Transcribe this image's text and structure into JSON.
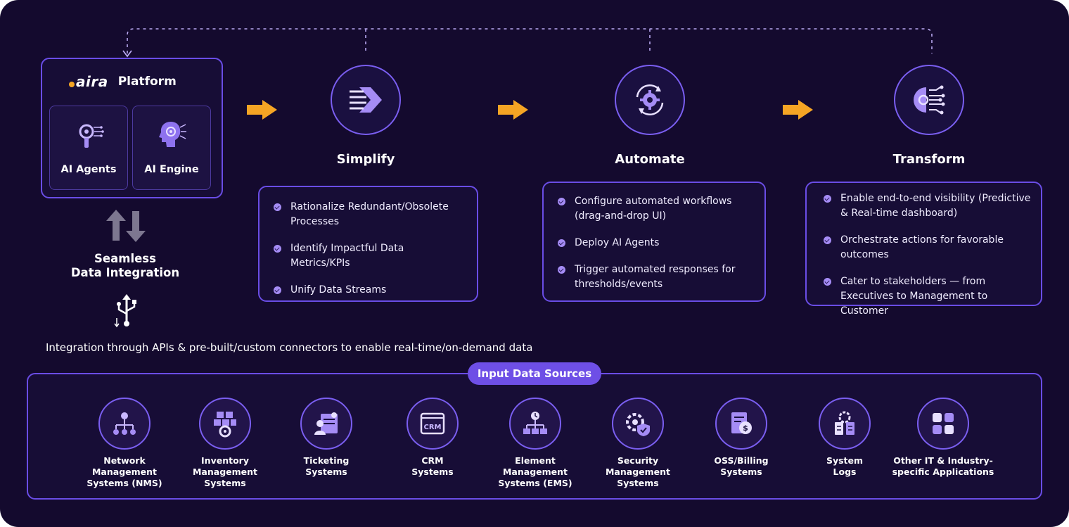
{
  "platform": {
    "brand": "aira",
    "title": "Platform",
    "cards": [
      {
        "label": "AI Agents",
        "icon": "ai-agent-icon"
      },
      {
        "label": "AI Engine",
        "icon": "ai-engine-icon"
      }
    ]
  },
  "integration": {
    "title": "Seamless\nData Integration",
    "note": "Integration through APIs & pre-built/custom connectors to enable real-time/on-demand data"
  },
  "stages": [
    {
      "title": "Simplify",
      "icon": "simplify-icon",
      "items": [
        "Rationalize Redundant/Obsolete Processes",
        "Identify Impactful Data Metrics/KPIs",
        "Unify Data Streams"
      ]
    },
    {
      "title": "Automate",
      "icon": "automate-gear-icon",
      "items": [
        "Configure automated workflows (drag-and-drop UI)",
        "Deploy AI Agents",
        "Trigger automated responses for thresholds/events"
      ]
    },
    {
      "title": "Transform",
      "icon": "transform-ai-icon",
      "items": [
        "Enable end-to-end visibility (Predictive & Real-time dashboard)",
        "Orchestrate actions for favorable outcomes",
        "Cater to stakeholders — from Executives to Management to Customer"
      ]
    }
  ],
  "input_sources": {
    "title": "Input Data Sources",
    "items": [
      {
        "label": "Network\nManagement\nSystems (NMS)",
        "icon": "network-icon"
      },
      {
        "label": "Inventory\nManagement\nSystems",
        "icon": "inventory-icon"
      },
      {
        "label": "Ticketing\nSystems",
        "icon": "ticketing-icon"
      },
      {
        "label": "CRM\nSystems",
        "icon": "crm-icon"
      },
      {
        "label": "Element Management\nSystems (EMS)",
        "icon": "element-management-icon"
      },
      {
        "label": "Security\nManagement\nSystems",
        "icon": "security-icon"
      },
      {
        "label": "OSS/Billing\nSystems",
        "icon": "billing-icon"
      },
      {
        "label": "System\nLogs",
        "icon": "logs-icon"
      },
      {
        "label": "Other IT & Industry-\nspecific Applications",
        "icon": "apps-grid-icon"
      }
    ]
  },
  "colors": {
    "background": "#140a2e",
    "accent": "#6a4de6",
    "arrow": "#f5a524",
    "pill": "#6e4fe6"
  }
}
